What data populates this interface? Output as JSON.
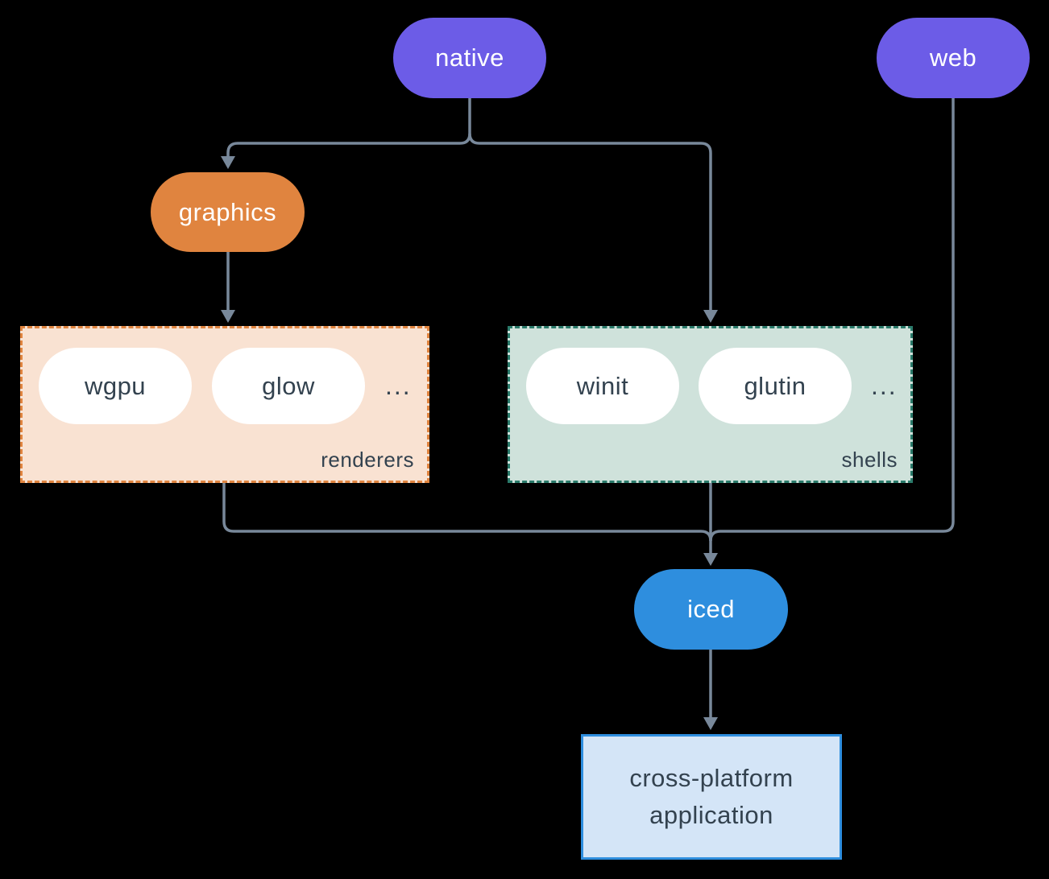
{
  "nodes": {
    "native": {
      "label": "native"
    },
    "web": {
      "label": "web"
    },
    "graphics": {
      "label": "graphics"
    },
    "iced": {
      "label": "iced"
    },
    "app": {
      "label_line1": "cross-platform",
      "label_line2": "application"
    }
  },
  "groups": {
    "renderers": {
      "label": "renderers",
      "items": [
        "wgpu",
        "glow"
      ],
      "ellipsis": "..."
    },
    "shells": {
      "label": "shells",
      "items": [
        "winit",
        "glutin"
      ],
      "ellipsis": "..."
    }
  },
  "colors": {
    "purple": "#6C5CE7",
    "orange": "#E0843F",
    "blue": "#2E8EDE",
    "renderers_fill": "#F9E2D2",
    "renderers_border": "#E0843F",
    "shells_fill": "#CFE2DB",
    "shells_border": "#2A7A6A",
    "app_fill": "#D4E5F7",
    "app_border": "#2E8EDE",
    "line": "#78889A",
    "dark_text": "#33424F"
  }
}
